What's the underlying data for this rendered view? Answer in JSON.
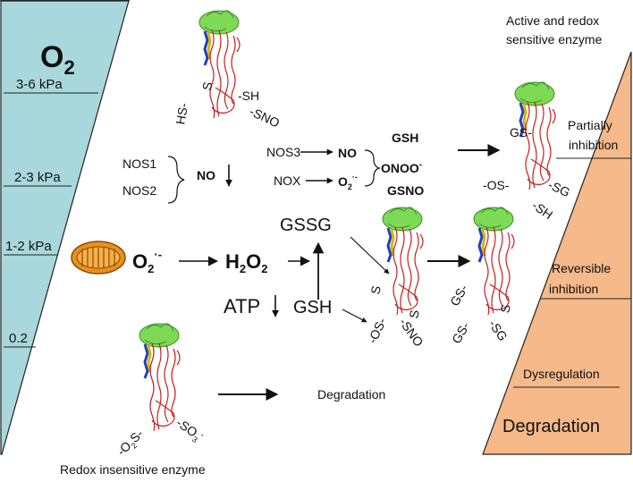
{
  "colors": {
    "oxygen_wedge": "#a8d8dc",
    "activity_wedge": "#f6b98a",
    "protein_domain": "#7ed957",
    "protein_body": "#c81e1e"
  },
  "left_gradient": {
    "symbol_main": "O",
    "symbol_sub": "2",
    "levels": [
      "3-6 kPa",
      "2-3 kPa",
      "1-2 kPa",
      "0.2"
    ]
  },
  "right_gradient": {
    "top_caption_line1": "Active and redox",
    "top_caption_line2": "sensitive enzyme",
    "partial_line1": "Partially",
    "partial_line2": "inhibition",
    "reversible_line1": "Reversible",
    "reversible_line2": "inhibition",
    "dysregulation": "Dysregulation",
    "degradation": "Degradation"
  },
  "top_enzyme": {
    "labels": [
      "S",
      "-SH",
      "HS-",
      "-SNO"
    ]
  },
  "nos_block": {
    "nos1": "NOS1",
    "nos2": "NOS2",
    "no_label": "NO",
    "arrow_down": "↓"
  },
  "ros_block": {
    "nos3": "NOS3",
    "no_label": "NO",
    "nox": "NOX",
    "superoxide": "O",
    "superoxide_sub": "2",
    "superoxide_sup": "·-",
    "peroxynitrite": "ONOO",
    "peroxynitrite_sup": "-",
    "gsh": "GSH",
    "gsno": "GSNO"
  },
  "partial_enzyme": {
    "labels": [
      "GS-",
      "-OS-",
      "-SG",
      "-SH"
    ]
  },
  "mito_chain": {
    "superoxide": "O",
    "superoxide_sub": "2",
    "superoxide_sup": "·-",
    "h2o2": "H",
    "h2o2_sub1": "2",
    "h2o2_mid": "O",
    "h2o2_sub2": "2",
    "gssg": "GSSG",
    "atp": "ATP",
    "atp_arrow": "↓",
    "gsh": "GSH"
  },
  "reversible_enzyme_a": {
    "labels": [
      "S",
      "S",
      "-OS-",
      "-SNO"
    ]
  },
  "reversible_enzyme_b": {
    "labels": [
      "GS-",
      "S",
      "GS-",
      "-SG"
    ]
  },
  "insensitive_enzyme": {
    "labels": [
      "-O",
      "2",
      "S-",
      "-SO",
      "3",
      "-"
    ],
    "caption": "Redox insensitive enzyme"
  },
  "degradation_label": "Degradation"
}
